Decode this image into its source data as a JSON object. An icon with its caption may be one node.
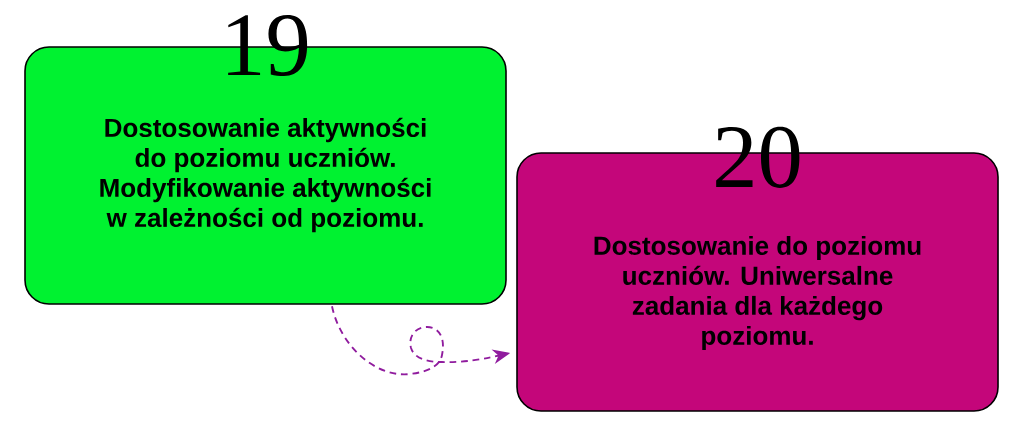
{
  "diagram": {
    "nodes": [
      {
        "text": [
          "19",
          "Dostosowanie aktywności do poziomu uczniów. Modyfikowanie aktywności w zależności od poziomu."
        ]
      },
      {
        "text": [
          "20",
          "Dostosowanie do poziomu uczniów. Uniwersalne zadania dla każdego poziomu."
        ]
      }
    ],
    "edges": [
      {
        "from": 0,
        "to": 1,
        "arrow": "to",
        "style": "dashed",
        "color": "#901c9e"
      }
    ]
  }
}
